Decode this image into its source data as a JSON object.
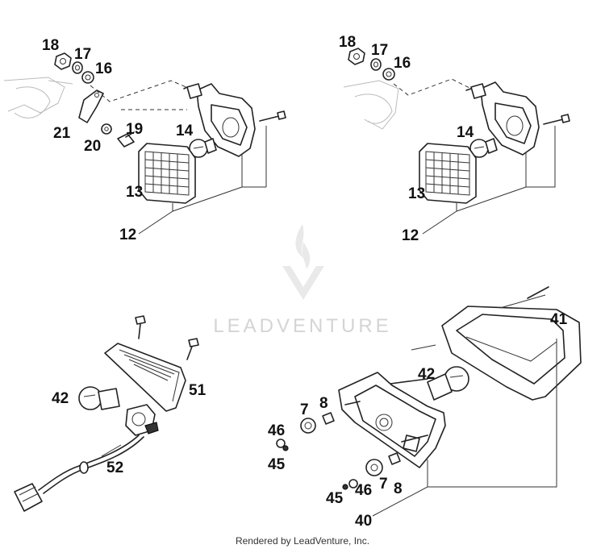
{
  "watermark": {
    "text": "LEADVENTURE"
  },
  "callouts": {
    "front_left": [
      "18",
      "17",
      "16",
      "21",
      "20",
      "19",
      "14",
      "13",
      "12"
    ],
    "front_right": [
      "18",
      "17",
      "16",
      "14",
      "13",
      "12"
    ],
    "rear_left": [
      "42",
      "51",
      "52"
    ],
    "tail": [
      "41",
      "42",
      "7",
      "8",
      "46",
      "45",
      "40",
      "8",
      "7",
      "46",
      "45"
    ]
  },
  "footer": {
    "text": "Rendered by LeadVenture, Inc."
  }
}
